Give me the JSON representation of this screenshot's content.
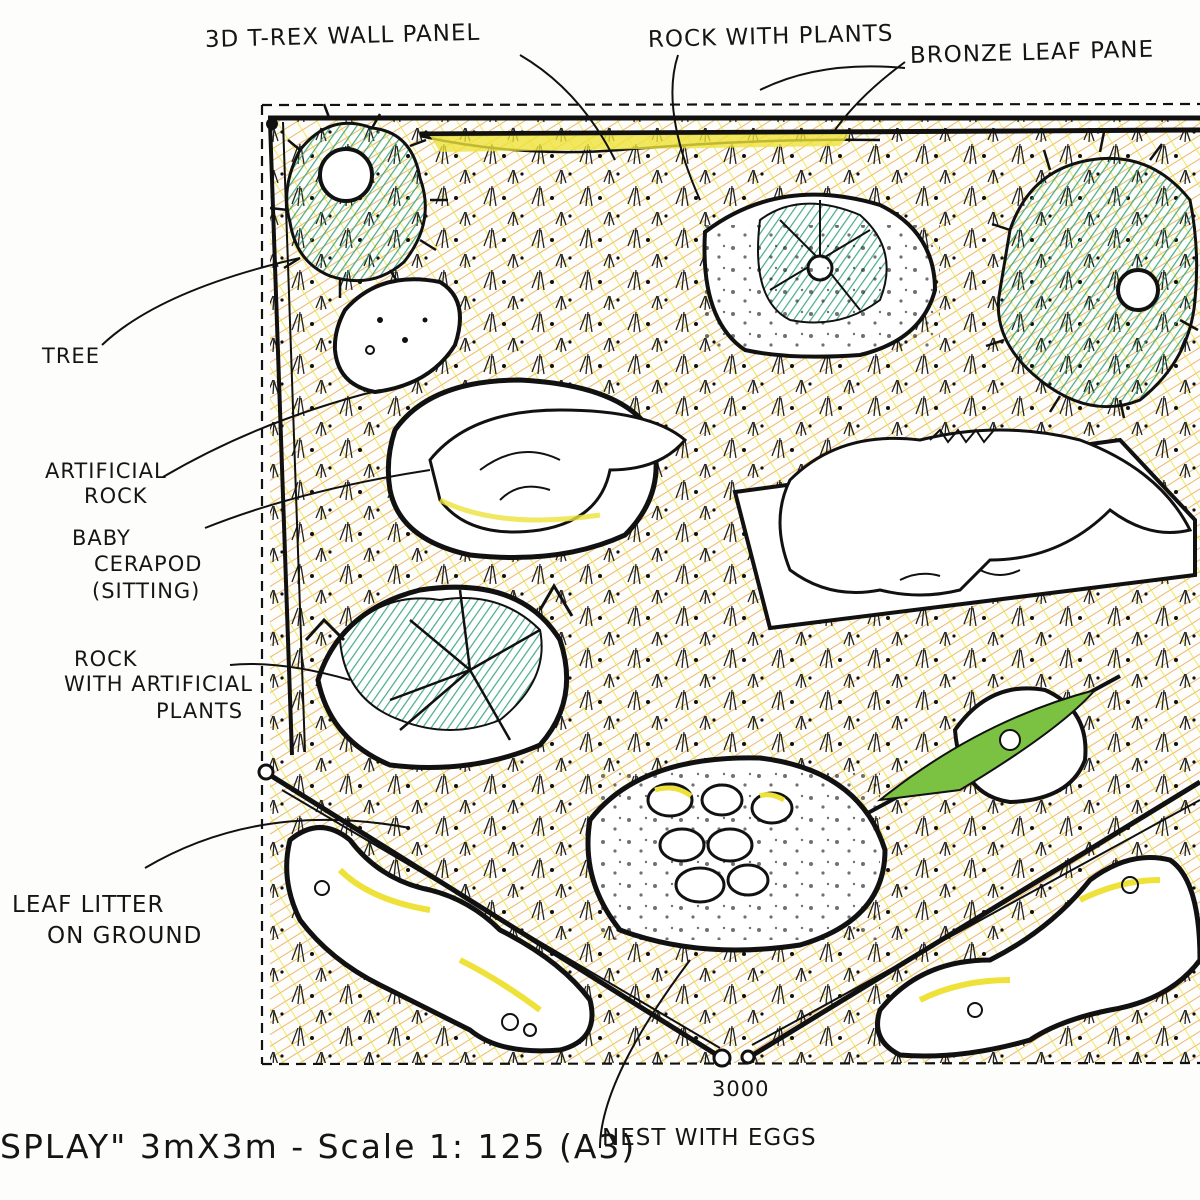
{
  "labels": {
    "trex_wall_panel": "3D T-REX WALL PANEL",
    "rock_with_plants": "ROCK WITH PLANTS",
    "bronze_leaf_panel": "BRONZE LEAF PANE",
    "tree": "TREE",
    "artificial_rock_1": "ARTIFICIAL",
    "artificial_rock_2": "ROCK",
    "baby_ceratopod_1": "BABY",
    "baby_ceratopod_2": "CERAPOD",
    "baby_ceratopod_3": "(SITTING)",
    "rock_artificial_plants_1": "ROCK",
    "rock_artificial_plants_2": "WITH ARTIFICIAL",
    "rock_artificial_plants_3": "PLANTS",
    "leaf_litter_1": "LEAF LITTER",
    "leaf_litter_2": "ON GROUND",
    "nest_with_eggs": "NEST WITH EGGS",
    "dimension": "3000",
    "caption": "SPLAY\" 3mX3m - Scale 1: 125 (A3)"
  },
  "colors": {
    "ink": "#111111",
    "ground_orange": "#e8a23c",
    "ground_yellow": "#eee23a",
    "foliage_green": "#2fa37a",
    "leaf_green": "#7cc242"
  }
}
